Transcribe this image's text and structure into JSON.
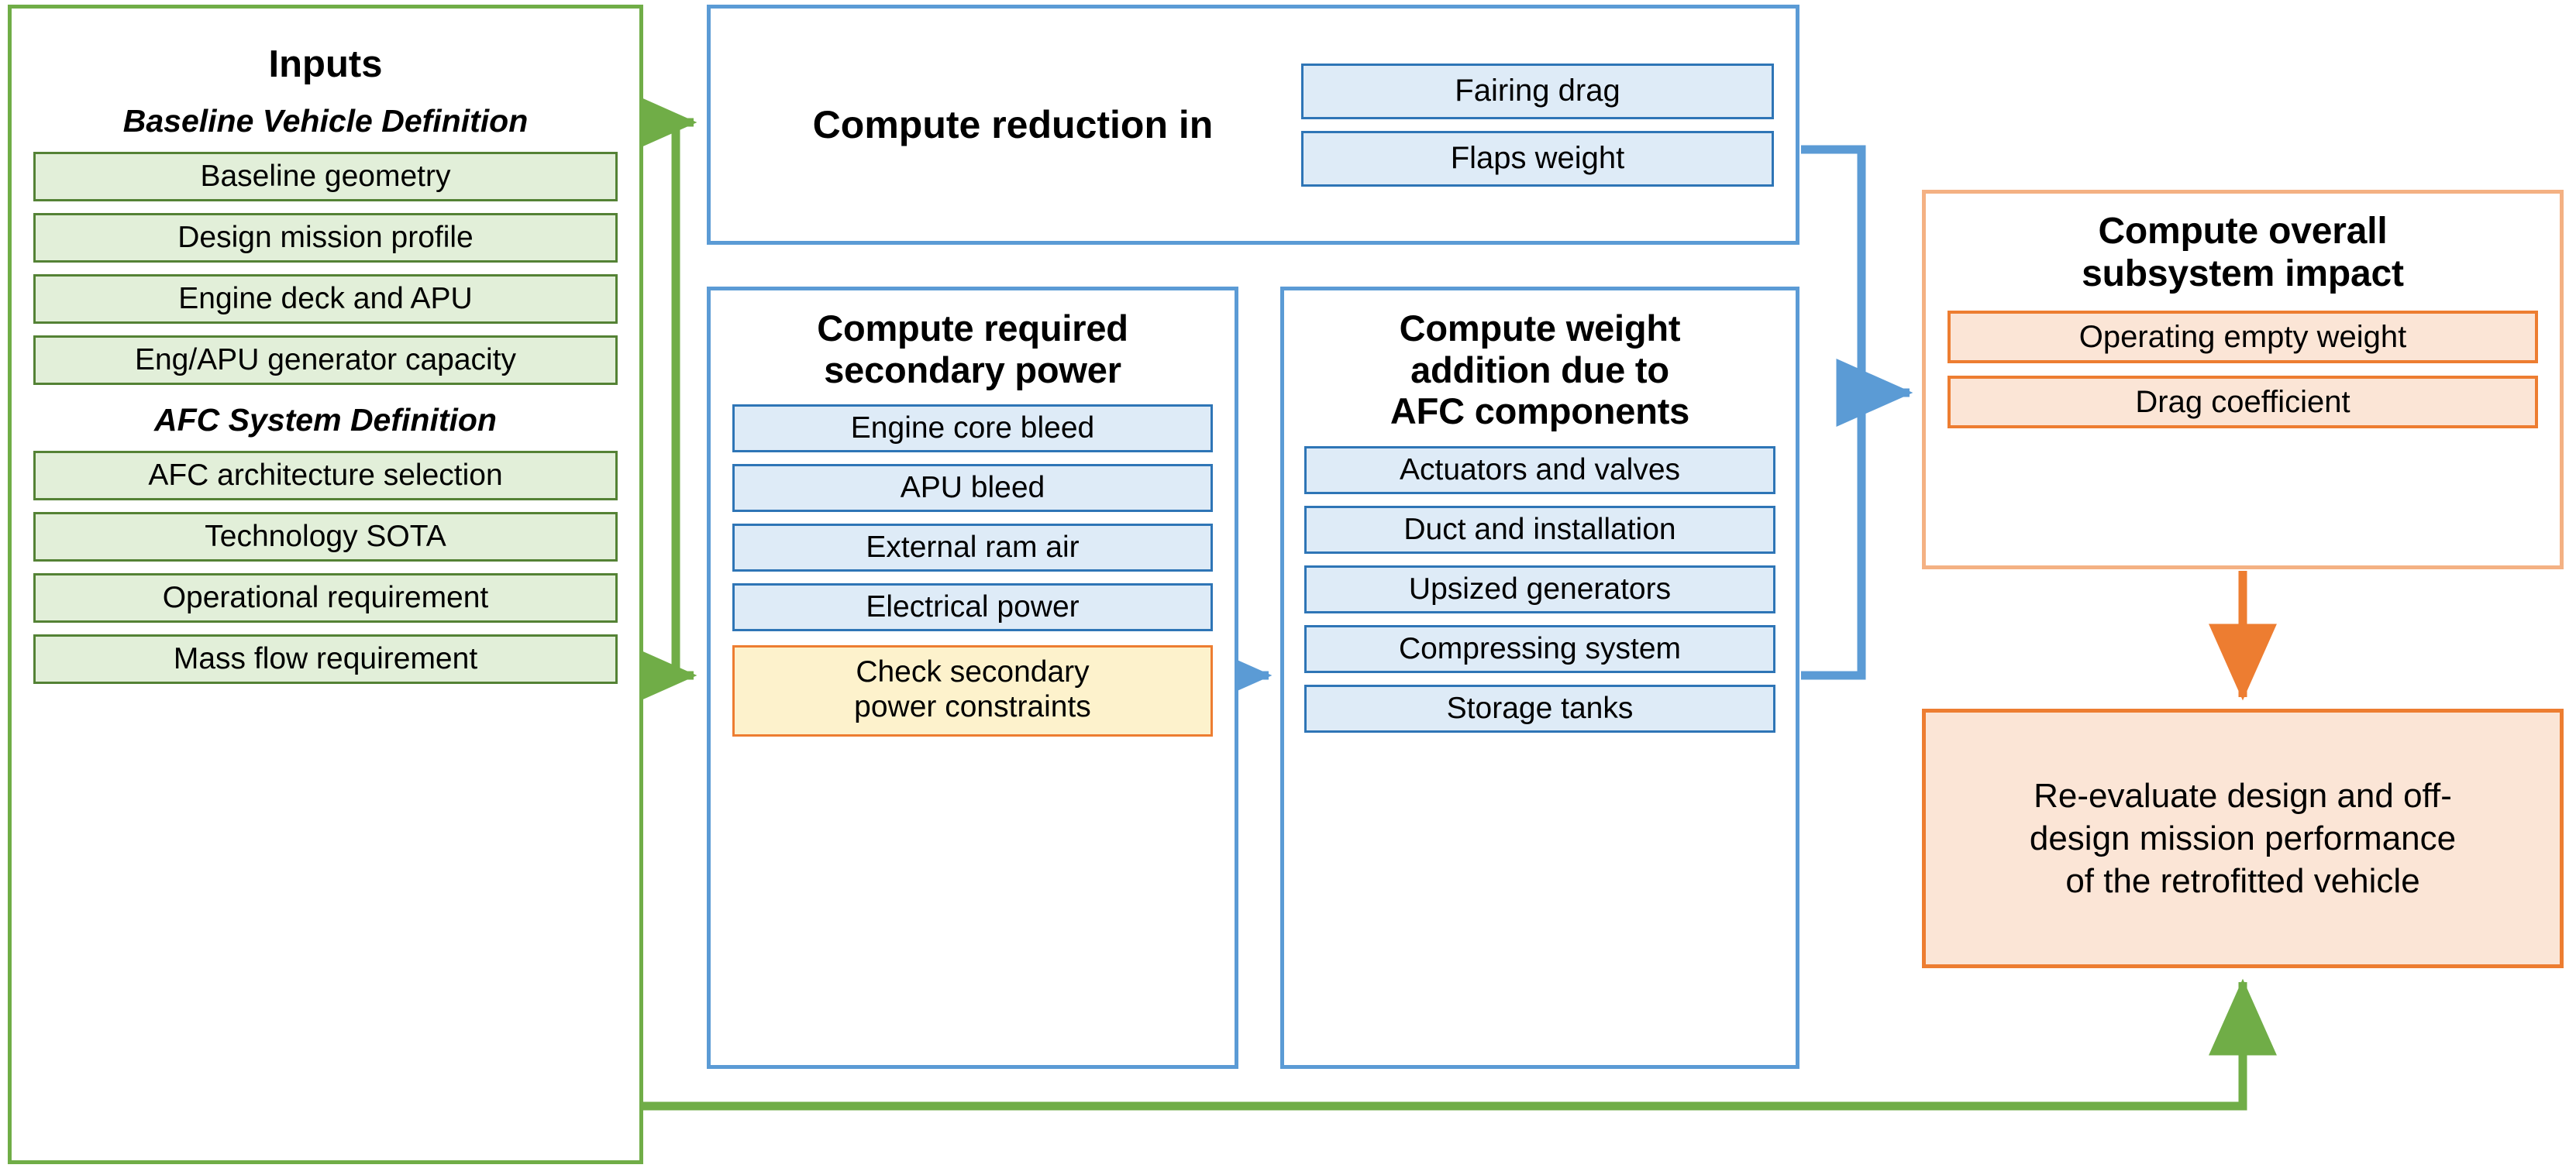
{
  "colors": {
    "green_border": "#70ad47",
    "green_item_border": "#548235",
    "green_item_fill": "#e2efd9",
    "blue_border": "#5b9bd5",
    "blue_item_border": "#2e75b6",
    "blue_item_fill": "#deebf7",
    "orange_border": "#ed7d31",
    "orange_light_border": "#f4b183",
    "orange_item_fill": "#fbe5d6",
    "warn_fill": "#fdf2cc",
    "text": "#000000",
    "background": "#ffffff"
  },
  "inputs": {
    "heading": "Inputs",
    "sections": [
      {
        "subheading": "Baseline Vehicle Definition",
        "items": [
          "Baseline geometry",
          "Design mission profile",
          "Engine deck and APU",
          "Eng/APU generator capacity"
        ]
      },
      {
        "subheading": "AFC System Definition",
        "items": [
          "AFC architecture selection",
          "Technology SOTA",
          "Operational requirement",
          "Mass flow requirement"
        ]
      }
    ]
  },
  "reduction": {
    "title": "Compute reduction in",
    "items": [
      "Fairing drag",
      "Flaps weight"
    ]
  },
  "secondary_power": {
    "title_line1": "Compute required",
    "title_line2": "secondary power",
    "items": [
      "Engine core bleed",
      "APU bleed",
      "External ram air",
      "Electrical power"
    ],
    "constraint_line1": "Check secondary",
    "constraint_line2": "power constraints"
  },
  "weight_addition": {
    "title_line1": "Compute weight",
    "title_line2": "addition due to",
    "title_line3": "AFC components",
    "items": [
      "Actuators and valves",
      "Duct and installation",
      "Upsized generators",
      "Compressing system",
      "Storage tanks"
    ]
  },
  "subsystem_impact": {
    "title_line1": "Compute overall",
    "title_line2": "subsystem impact",
    "items": [
      "Operating empty weight",
      "Drag coefficient"
    ]
  },
  "reevaluate": {
    "line1": "Re-evaluate design and off-",
    "line2": "design mission performance",
    "line3": "of the retrofitted vehicle"
  },
  "connectors": [
    {
      "name": "inputs-to-reduction",
      "color": "#70ad47",
      "from": "inputs",
      "to": "reduction"
    },
    {
      "name": "inputs-to-secondary-power",
      "color": "#70ad47",
      "from": "inputs",
      "to": "secondary_power"
    },
    {
      "name": "inputs-to-reevaluate",
      "color": "#70ad47",
      "from": "inputs",
      "to": "reevaluate"
    },
    {
      "name": "secondary-power-to-weight",
      "color": "#5b9bd5",
      "from": "secondary_power",
      "to": "weight_addition"
    },
    {
      "name": "reduction-to-impact",
      "color": "#5b9bd5",
      "from": "reduction",
      "to": "subsystem_impact"
    },
    {
      "name": "weight-to-impact",
      "color": "#5b9bd5",
      "from": "weight_addition",
      "to": "subsystem_impact"
    },
    {
      "name": "impact-to-reevaluate",
      "color": "#ed7d31",
      "from": "subsystem_impact",
      "to": "reevaluate"
    }
  ]
}
